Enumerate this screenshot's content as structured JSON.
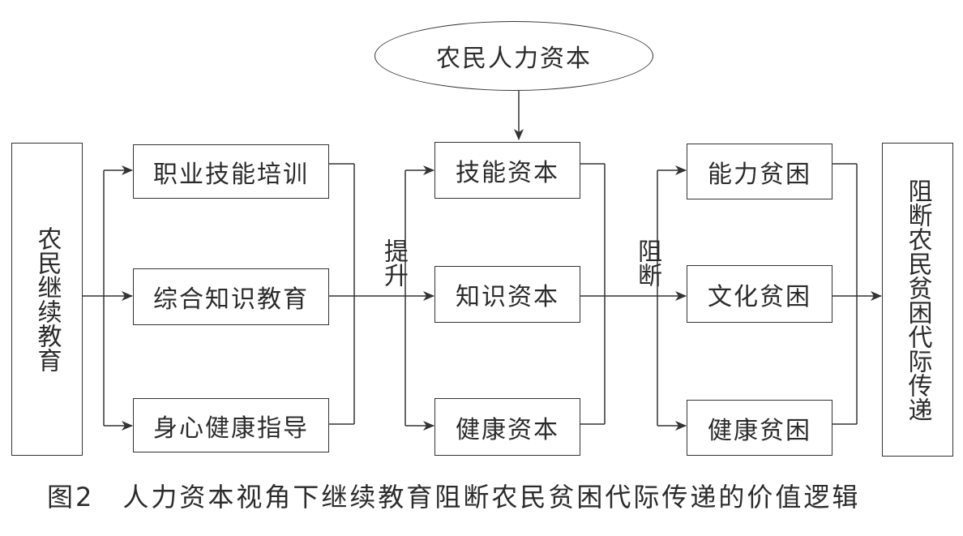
{
  "top_node": "农民人力资本",
  "left_node": "农民继续教育",
  "right_node": "阻断农民贫困代际传递",
  "column1": [
    "职业技能培训",
    "综合知识教育",
    "身心健康指导"
  ],
  "column2": [
    "技能资本",
    "知识资本",
    "健康资本"
  ],
  "column3": [
    "能力贫困",
    "文化贫困",
    "健康贫困"
  ],
  "label_lift": "提升",
  "label_block": "阻断",
  "caption": "图2　人力资本视角下继续教育阻断农民贫困代际传递的价值逻辑"
}
